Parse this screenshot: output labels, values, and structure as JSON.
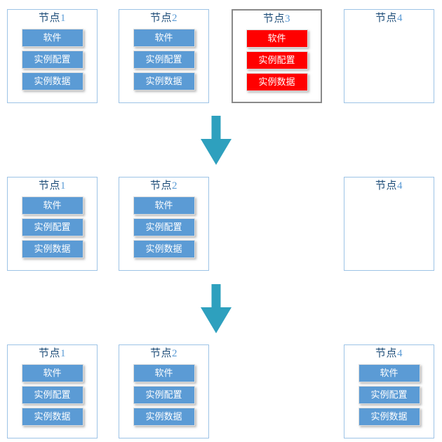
{
  "labels": {
    "software": "软件",
    "instance_config": "实例配置",
    "instance_data": "实例数据"
  },
  "stages": [
    {
      "nodes": [
        {
          "title": "节点",
          "num": "1",
          "state": "normal",
          "col": 1,
          "boxes": [
            "软件",
            "实例配置",
            "实例数据"
          ]
        },
        {
          "title": "节点",
          "num": "2",
          "state": "normal",
          "col": 2,
          "boxes": [
            "软件",
            "实例配置",
            "实例数据"
          ]
        },
        {
          "title": "节点",
          "num": "3",
          "state": "failed",
          "col": 3,
          "boxes": [
            "软件",
            "实例配置",
            "实例数据"
          ]
        },
        {
          "title": "节点",
          "num": "4",
          "state": "empty",
          "col": 4,
          "boxes": []
        }
      ]
    },
    {
      "nodes": [
        {
          "title": "节点",
          "num": "1",
          "state": "normal",
          "col": 1,
          "boxes": [
            "软件",
            "实例配置",
            "实例数据"
          ]
        },
        {
          "title": "节点",
          "num": "2",
          "state": "normal",
          "col": 2,
          "boxes": [
            "软件",
            "实例配置",
            "实例数据"
          ]
        },
        {
          "title": "节点",
          "num": "4",
          "state": "empty",
          "col": 4,
          "boxes": []
        }
      ]
    },
    {
      "nodes": [
        {
          "title": "节点",
          "num": "1",
          "state": "normal",
          "col": 1,
          "boxes": [
            "软件",
            "实例配置",
            "实例数据"
          ]
        },
        {
          "title": "节点",
          "num": "2",
          "state": "normal",
          "col": 2,
          "boxes": [
            "软件",
            "实例配置",
            "实例数据"
          ]
        },
        {
          "title": "节点",
          "num": "4",
          "state": "normal",
          "col": 4,
          "boxes": [
            "软件",
            "实例配置",
            "实例数据"
          ]
        }
      ]
    }
  ],
  "arrows": [
    {
      "direction": "down"
    },
    {
      "direction": "down"
    }
  ],
  "colors": {
    "node_border": "#9DC3E6",
    "failed_node_border": "#898989",
    "box_blue": "#5B9BD5",
    "box_red": "#FF0000",
    "box_border": "#DEDEDE",
    "box_text": "#FFFFFF",
    "title_text": "#1F4E79",
    "title_number": "#5B9BD5",
    "arrow": "#2EA0BE"
  }
}
